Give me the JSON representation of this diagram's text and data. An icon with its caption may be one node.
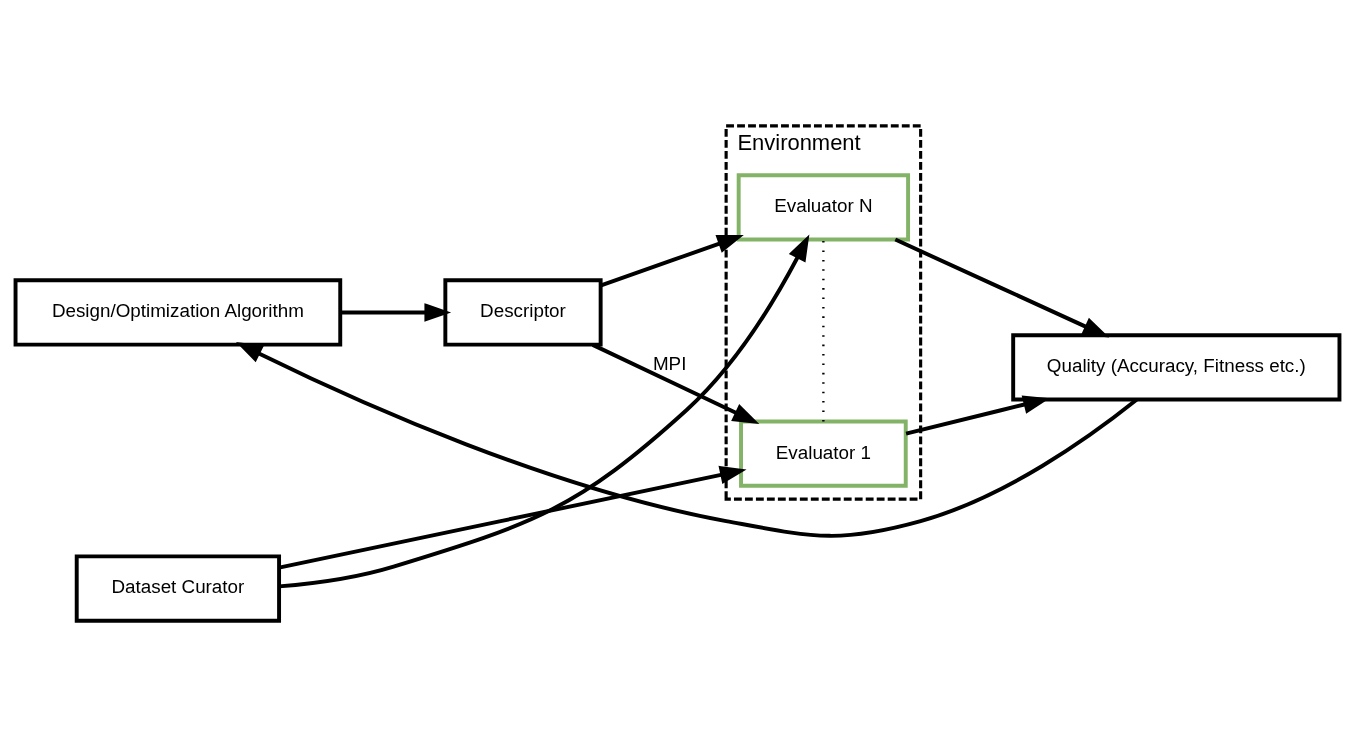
{
  "diagram": {
    "nodes": [
      {
        "text": [
          "Environment"
        ]
      },
      {
        "text": [
          "Design/Optimization Algorithm"
        ]
      },
      {
        "text": [
          "Descriptor"
        ]
      },
      {
        "text": [
          "Evaluator 1"
        ],
        "in": 0
      },
      {
        "text": [
          "Evaluator N"
        ],
        "in": 0
      },
      {
        "text": [
          "Dataset Curator"
        ]
      },
      {
        "text": [
          "Quality (Accuracy, Fitness etc.)"
        ]
      }
    ],
    "edges": [
      {
        "from": 1,
        "to": 2,
        "arrow": "to"
      },
      {
        "from": 2,
        "to": 3,
        "arrow": "to",
        "label": "MPI"
      },
      {
        "from": 2,
        "to": 4,
        "arrow": "to"
      },
      {
        "from": 5,
        "to": 3,
        "arrow": "to"
      },
      {
        "from": 5,
        "to": 4,
        "arrow": "to"
      },
      {
        "from": 3,
        "to": 4,
        "arrow": "none",
        "style": "dashed"
      },
      {
        "from": 4,
        "to": 6,
        "arrow": "to"
      },
      {
        "from": 3,
        "to": 6,
        "arrow": "to"
      },
      {
        "from": 6,
        "to": 1,
        "arrow": "to"
      }
    ]
  }
}
